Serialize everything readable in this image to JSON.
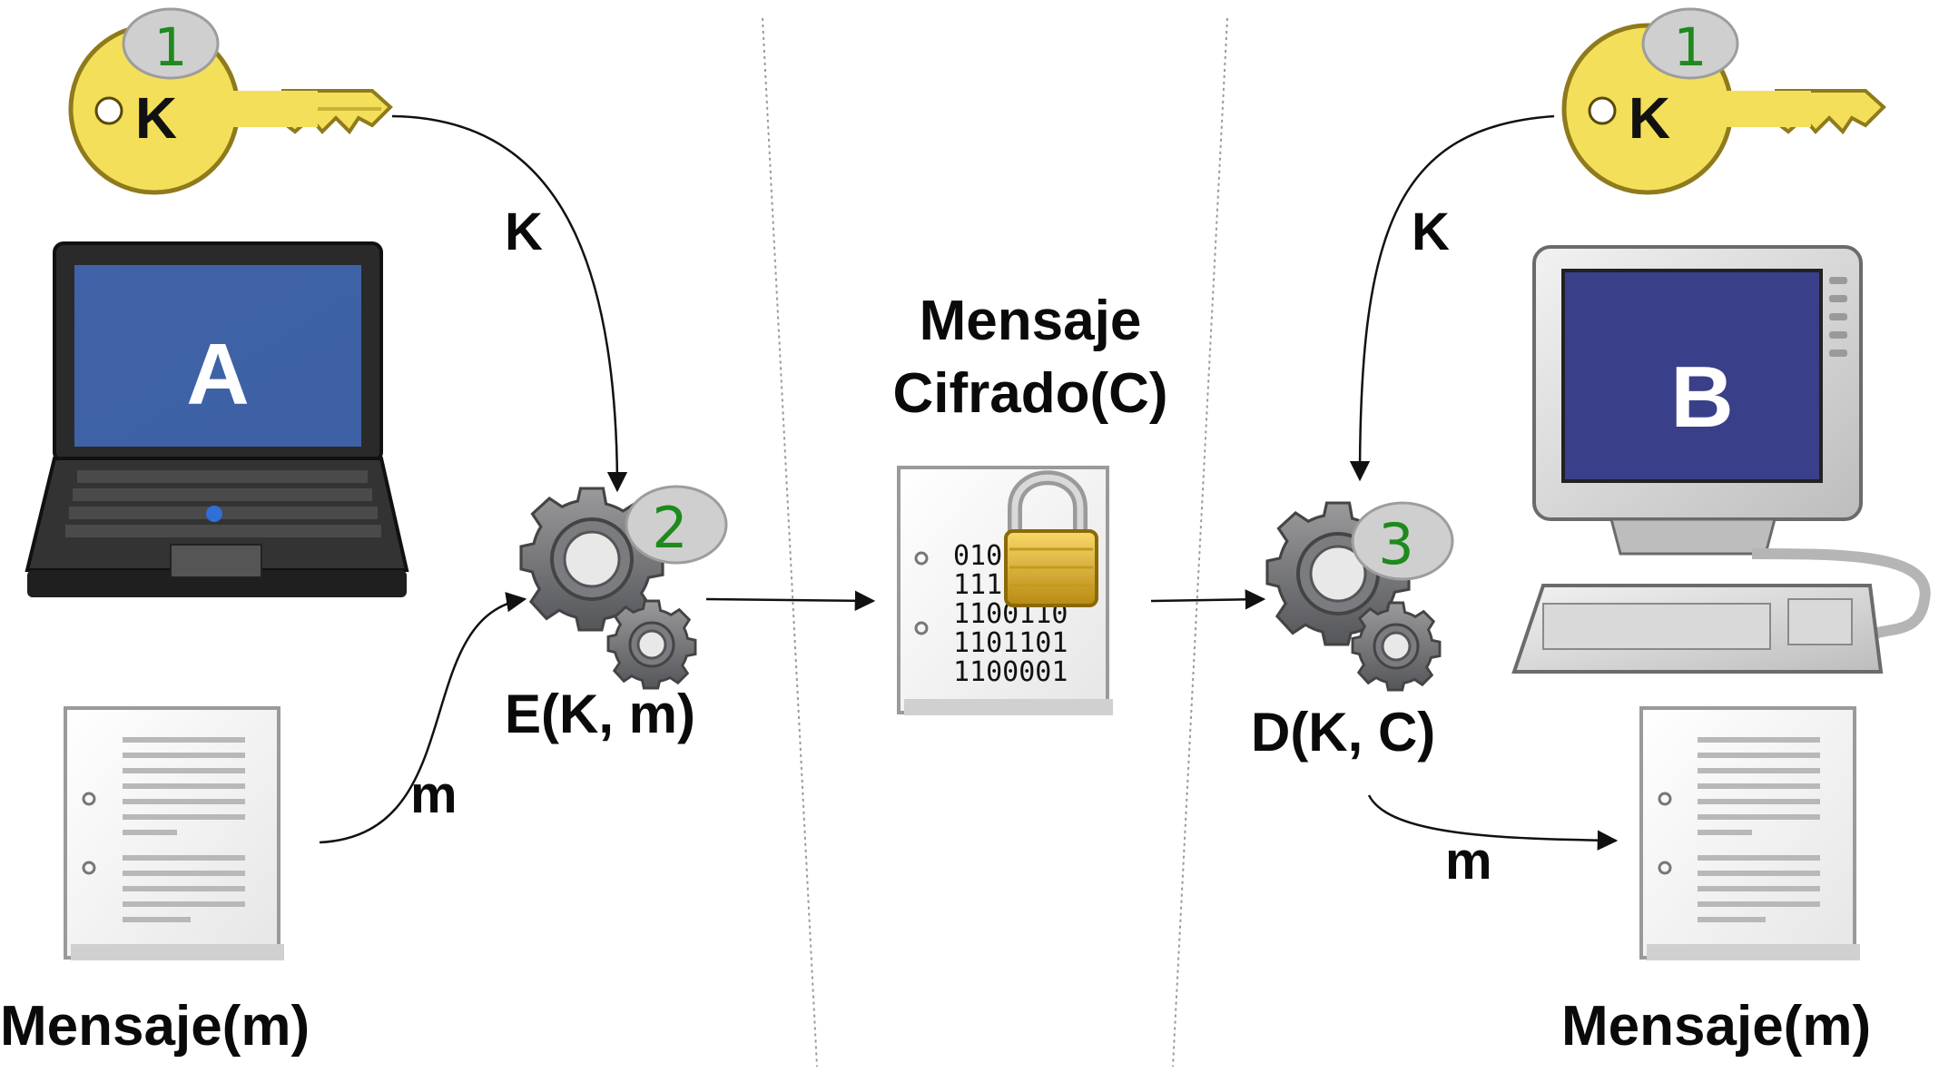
{
  "nodes": {
    "sender_device_letter": "A",
    "receiver_device_letter": "B",
    "key_letter": "K",
    "key_badge_left": "1",
    "key_badge_right": "1",
    "encrypt_badge": "2",
    "decrypt_badge": "3",
    "ciphertext_bits": [
      "010",
      "111",
      "1100110",
      "1101101",
      "1100001"
    ]
  },
  "labels": {
    "sender_message": "Mensaje(m)",
    "receiver_message": "Mensaje(m)",
    "encrypt_function": "E(K, m)",
    "decrypt_function": "D(K, C)",
    "cipher_title_line1": "Mensaje",
    "cipher_title_line2": "Cifrado(C)",
    "edge_key_left": "K",
    "edge_key_right": "K",
    "edge_message_left": "m",
    "edge_message_right": "m"
  },
  "colors": {
    "key_gold": "#f4df5a",
    "badge_green": "#1e8a1e",
    "badge_gray": "#cfcfcf",
    "gear_gray": "#6e6e70",
    "laptop_screen": "#2f55a0",
    "monitor_screen": "#3a3f8a",
    "lock_gold": "#d8a823"
  },
  "icons": [
    "key-icon",
    "laptop-icon",
    "desktop-computer-icon",
    "gears-icon",
    "document-icon",
    "padlock-icon"
  ]
}
